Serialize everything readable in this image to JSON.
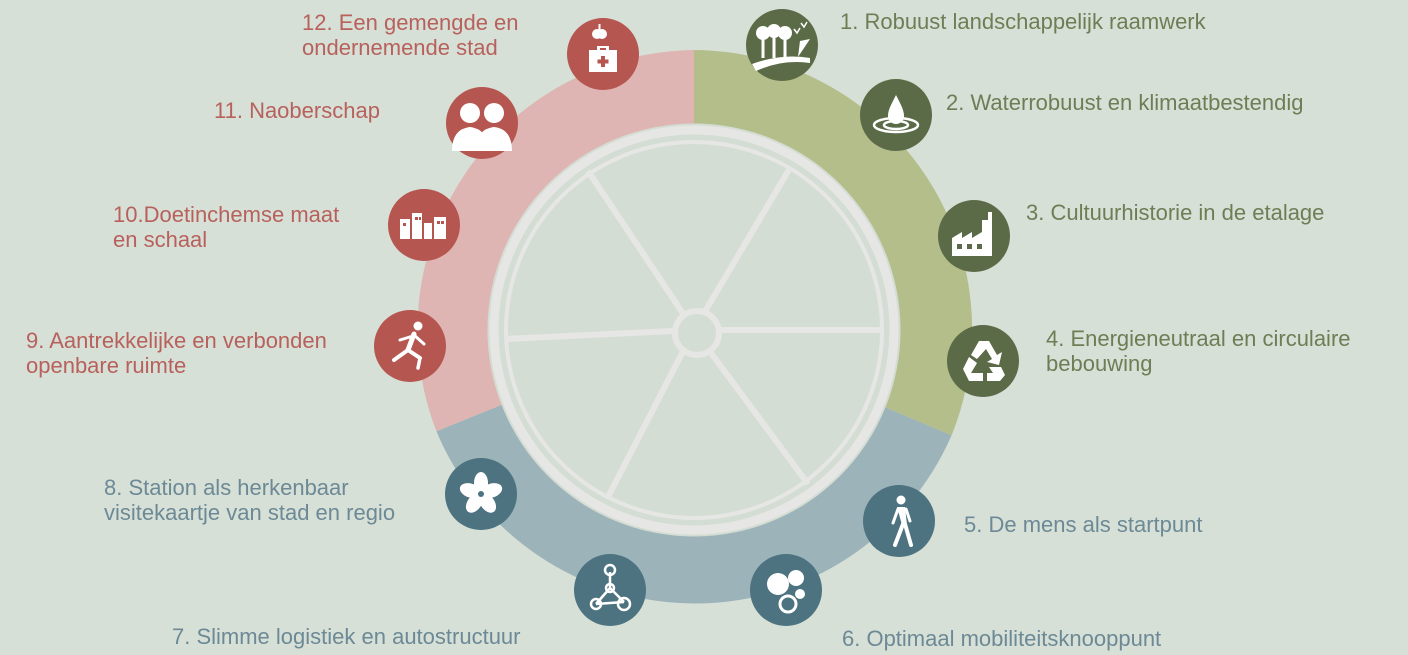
{
  "colors": {
    "background": "#d6e0d7",
    "green_ring": "#b4be8a",
    "green_icon": "#5c6b47",
    "blue_ring": "#9cb3b9",
    "blue_icon": "#4d7380",
    "pink_ring": "#dfb5b3",
    "red_icon": "#b65650",
    "wheel_stroke": "#e6e7e5"
  },
  "items": [
    {
      "label": "1. Robuust landschappelijk raamwerk",
      "group": "green",
      "icon": "trees-birds-icon"
    },
    {
      "label": "2. Waterrobuust en klimaatbestendig",
      "group": "green",
      "icon": "water-drop-icon"
    },
    {
      "label": "3. Cultuurhistorie in de etalage",
      "group": "green",
      "icon": "factory-icon"
    },
    {
      "label": "4. Energieneutraal en circulaire\nbebouwing",
      "group": "green",
      "icon": "recycle-icon"
    },
    {
      "label": "5. De mens als startpunt",
      "group": "blue",
      "icon": "walking-person-icon"
    },
    {
      "label": "6. Optimaal mobiliteitsknooppunt",
      "group": "blue",
      "icon": "connected-circles-icon"
    },
    {
      "label": "7. Slimme logistiek en autostructuur",
      "group": "blue",
      "icon": "network-nodes-icon"
    },
    {
      "label": "8. Station als herkenbaar\nvisitekaartje van stad en regio",
      "group": "blue",
      "icon": "flower-icon"
    },
    {
      "label": "9. Aantrekkelijke en verbonden\nopenbare ruimte",
      "group": "red",
      "icon": "running-person-icon"
    },
    {
      "label": "10.Doetinchemse maat\nen schaal",
      "group": "red",
      "icon": "buildings-icon"
    },
    {
      "label": "11. Naoberschap",
      "group": "red",
      "icon": "neighbours-icon"
    },
    {
      "label": "12. Een gemengde en\nondernemende stad",
      "group": "red",
      "icon": "medical-kit-apple-icon"
    }
  ]
}
